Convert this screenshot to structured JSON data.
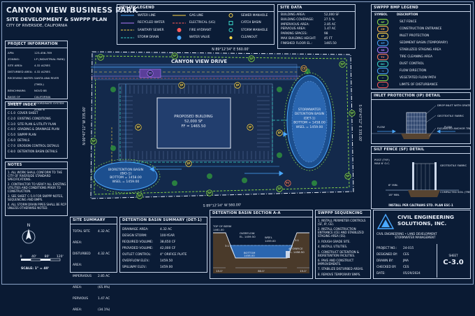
{
  "title": {
    "project": "CANYON VIEW BUSINESS PARK",
    "subtitle": "SITE DEVELOPMENT & SWPPP PLAN",
    "city": "CITY OF RIVERSIDE, CALIFORNIA"
  },
  "project_info": {
    "heading": "PROJECT INFORMATION",
    "rows": [
      {
        "k": "APN:",
        "v": "123-456-789"
      },
      {
        "k": "ZONING:",
        "v": "I-P (INDUSTRIAL PARK)"
      },
      {
        "k": "SITE AREA:",
        "v": "4.32 ACRES"
      },
      {
        "k": "DISTURBED AREA:",
        "v": "4.32 ACRES"
      },
      {
        "k": "RECEIVING WATER:",
        "v": "SANTA ANA RIVER (TMDL)"
      },
      {
        "k": "BENCHMARK:",
        "v": "NGVD 88"
      },
      {
        "k": "BASIS OF BEARINGS:",
        "v": "CALIFORNIA COORDINATE SYSTEM ZONE 6"
      }
    ]
  },
  "sheet_index": {
    "heading": "SHEET INDEX",
    "rows": [
      {
        "k": "C-1.0",
        "v": "COVER SHEET"
      },
      {
        "k": "C-2.0",
        "v": "EXISTING CONDITIONS"
      },
      {
        "k": "C-3.0",
        "v": "SITE PLAN & UTILITY PLAN"
      },
      {
        "k": "C-4.0",
        "v": "GRADING & DRAINAGE PLAN"
      },
      {
        "k": "C-5.0",
        "v": "SWPPP PLAN"
      },
      {
        "k": "C-6.0",
        "v": "DETAILS"
      },
      {
        "k": "C-7.0",
        "v": "EROSION CONTROL DETAILS"
      },
      {
        "k": "C-8.0",
        "v": "DETENTION BASIN DETAILS"
      }
    ]
  },
  "notes": {
    "heading": "NOTES",
    "items": [
      "1. ALL WORK SHALL CONFORM TO THE CITY OF RIVERSIDE STANDARD SPECIFICATIONS.",
      "2. CONTRACTOR TO VERIFY ALL EXISTING UTILITIES AND CONDITIONS PRIOR TO CONSTRUCTION.",
      "3. SEE SHEET C-5.0 FOR SWPPP NOTES, SEQUENCING AND BMPS.",
      "4. ALL STORM DRAIN PIPES SHALL BE RCP UNLESS OTHERWISE NOTED."
    ]
  },
  "scale": {
    "label": "SCALE:  1\" = 40'",
    "ticks": [
      "0",
      "40'",
      "80'",
      "120'"
    ],
    "north": "N"
  },
  "utility_legend": {
    "heading": "UTILITY LEGEND",
    "items": [
      {
        "label": "WATER LINE",
        "color": "#4aa8ff",
        "kind": "line"
      },
      {
        "label": "RECYCLED WATER",
        "color": "#b07cff",
        "kind": "line"
      },
      {
        "label": "SANITARY SEWER",
        "color": "#ffd84a",
        "kind": "dash"
      },
      {
        "label": "STORM DRAIN",
        "color": "#39d6c8",
        "kind": "dash"
      },
      {
        "label": "GAS LINE",
        "color": "#ffd84a",
        "kind": "line"
      },
      {
        "label": "ELECTRICAL (UG)",
        "color": "#ff5b5b",
        "kind": "dash"
      },
      {
        "label": "FIRE HYDRANT",
        "color": "#ff5b5b",
        "kind": "sym"
      },
      {
        "label": "WATER VALVE",
        "color": "#4aa8ff",
        "kind": "sym"
      },
      {
        "label": "SEWER MANHOLE",
        "color": "#ffd84a",
        "kind": "circ"
      },
      {
        "label": "CATCH BASIN",
        "color": "#39d6c8",
        "kind": "sq"
      },
      {
        "label": "STORM MANHOLE",
        "color": "#39d6c8",
        "kind": "circ"
      },
      {
        "label": "CLEANOUT",
        "color": "#ffd84a",
        "kind": "dot"
      }
    ]
  },
  "site_data": {
    "heading": "SITE DATA",
    "rows": [
      {
        "k": "BUILDING AREA:",
        "v": "52,000 SF"
      },
      {
        "k": "BUILDING COVERAGE:",
        "v": "27.5 %"
      },
      {
        "k": "IMPERVIOUS AREA:",
        "v": "2.85 AC"
      },
      {
        "k": "PERVIOUS AREA:",
        "v": "1.47 AC"
      },
      {
        "k": "PARKING SPACES:",
        "v": "98"
      },
      {
        "k": "MAX BUILDING HEIGHT:",
        "v": "45 FT"
      },
      {
        "k": "FINISHED FLOOR EL.:",
        "v": "1465.50"
      }
    ]
  },
  "bmp_legend": {
    "heading": "SWPPP BMP LEGEND",
    "col1": "SYMBOL",
    "col2": "DESCRIPTION",
    "items": [
      {
        "sym": "SF",
        "label": "SILT FENCE",
        "color": "#8fe34a"
      },
      {
        "sym": "CE",
        "label": "CONSTRUCTION ENTRANCE",
        "color": "#ffb347"
      },
      {
        "sym": "IP",
        "label": "INLET PROTECTION",
        "color": "#ffd84a"
      },
      {
        "sym": "ST",
        "label": "SEDIMENT BASIN (TEMPORARY)",
        "color": "#4aa8ff"
      },
      {
        "sym": "SS",
        "label": "STABILIZED STAGING AREA",
        "color": "#b07cff"
      },
      {
        "sym": "TC",
        "label": "TIRE CLEANING AREA",
        "color": "#ff7a5b"
      },
      {
        "sym": "DC",
        "label": "DUST CONTROL",
        "color": "#39d6c8"
      },
      {
        "sym": "→",
        "label": "FLOW DIRECTION",
        "color": "#4aa8ff"
      },
      {
        "sym": "~",
        "label": "VEGETATED FLOW PATH",
        "color": "#8fe34a"
      },
      {
        "sym": "--",
        "label": "LIMITS OF DISTURBANCE",
        "color": "#ff5b5b"
      }
    ]
  },
  "site_plan": {
    "top_bearing": "N 89°12'34\" E   560.00'",
    "bottom_bearing": "S 89°12'34\" W   560.00'",
    "left_bearing": "N 00°47'12\" W   335.00'",
    "right_bearing": "S 00°47'12\" E   335.00'",
    "road": "CANYON VIEW DRIVE",
    "building": [
      "PROPOSED BUILDING",
      "52,000 SF",
      "FF = 1465.50"
    ],
    "stormwater_basin": [
      "STORMWATER",
      "DETENTION BASIN",
      "(DET-1)",
      "BOTTOM = 1458.00",
      "WSEL = 1459.00"
    ],
    "bio_basin": [
      "BIORETENTION BASIN",
      "(BIO-1)",
      "BOTTOM = 1458.00",
      "WSEL = 1459.00"
    ],
    "callouts": [
      "SS",
      "IP",
      "IP",
      "IP",
      "IP",
      "IP",
      "IP",
      "SF",
      "SF",
      "SF",
      "SF",
      "SF",
      "SF",
      "SF",
      "SF",
      "SF",
      "SF",
      "CE",
      "TC"
    ]
  },
  "inlet_detail": {
    "heading": "INLET PROTECTION (IP) DETAIL",
    "labels": [
      "DROP INLET WITH GRATE",
      "GEOTEXTILE FABRIC",
      "EXCAVATED ANCHOR TRENCH",
      "FLOW",
      "FLOW"
    ]
  },
  "silt_detail": {
    "heading": "SILT FENCE (SF) DETAIL",
    "labels": [
      "POST (TYP.)",
      "MAX 6' O.C.",
      "GEOTEXTILE FABRIC",
      "COMPACTED SOIL (TRENCH BACKFILL)",
      "6\" MIN.",
      "18\" MIN."
    ],
    "footer": "INSTALL PER CALTRANS STD. PLAN ESC-1"
  },
  "site_summary": {
    "heading": "SITE SUMMARY",
    "rows": [
      {
        "k": "TOTAL SITE AREA:",
        "v": "4.32 AC"
      },
      {
        "k": "DISTURBED AREA:",
        "v": "4.32 AC"
      },
      {
        "k": "IMPERVIOUS AREA:",
        "v": "2.85 AC (65.9%)"
      },
      {
        "k": "PERVIOUS AREA:",
        "v": "1.47 AC (34.1%)"
      }
    ]
  },
  "basin_summary": {
    "heading": "DETENTION BASIN SUMMARY (DET-1)",
    "rows": [
      {
        "k": "DRAINAGE AREA:",
        "v": "4.32 AC"
      },
      {
        "k": "DESIGN STORM:",
        "v": "100-YEAR"
      },
      {
        "k": "REQUIRED VOLUME:",
        "v": "38,650 CF"
      },
      {
        "k": "PROVIDED VOLUME:",
        "v": "42,000 CF"
      },
      {
        "k": "OUTLET CONTROL:",
        "v": "4\" ORIFICE PLATE"
      },
      {
        "k": "OVERFLOW ELEV.:",
        "v": "1459.50"
      },
      {
        "k": "SPILLWAY ELEV.:",
        "v": "1459.00"
      }
    ]
  },
  "section": {
    "heading": "DETENTION BASIN SECTION A-A",
    "labels": [
      "TOP OF BERM",
      "1461.00",
      "OVERFLOW",
      "EL. 1459.50",
      "WSEL",
      "1459.00",
      "BOTTOM",
      "1458.00",
      "4\" ORIFICE",
      "EL. 1458.50",
      "15.0'",
      "80.0'",
      "15.0'",
      "3:1",
      "3:1"
    ]
  },
  "sequencing": {
    "heading": "SWPPP SEQUENCING",
    "items": [
      "1. INSTALL PERIMETER CONTROLS (SF, IP, CE).",
      "2. INSTALL CONSTRUCTION ENTRANCE (CE) AND STABILIZED STAGING AREA (SS).",
      "3. ROUGH GRADE SITE.",
      "4. INSTALL UTILITIES.",
      "5. CONSTRUCT DETENTION & BIORETENTION FACILITIES.",
      "6. PAVE AND CONSTRUCT IMPROVEMENTS.",
      "7. STABILIZE DISTURBED AREAS.",
      "8. REMOVE TEMPORARY BMPS."
    ]
  },
  "company": {
    "name1": "CIVIL ENGINEERING",
    "name2": "SOLUTIONS, INC.",
    "tag": "CIVIL ENGINEERING  •  LAND DEVELOPMENT",
    "tag2": "STORMWATER MANAGEMENT",
    "rows": [
      {
        "k": "PROJECT NO.:",
        "v": "24-015"
      },
      {
        "k": "DESIGNED BY:",
        "v": "CES"
      },
      {
        "k": "DRAWN BY:",
        "v": "JMA"
      },
      {
        "k": "CHECKED BY:",
        "v": "CES"
      },
      {
        "k": "DATE:",
        "v": "05/29/2024"
      }
    ],
    "sheet_label": "SHEET",
    "sheet": "C-3.0"
  }
}
